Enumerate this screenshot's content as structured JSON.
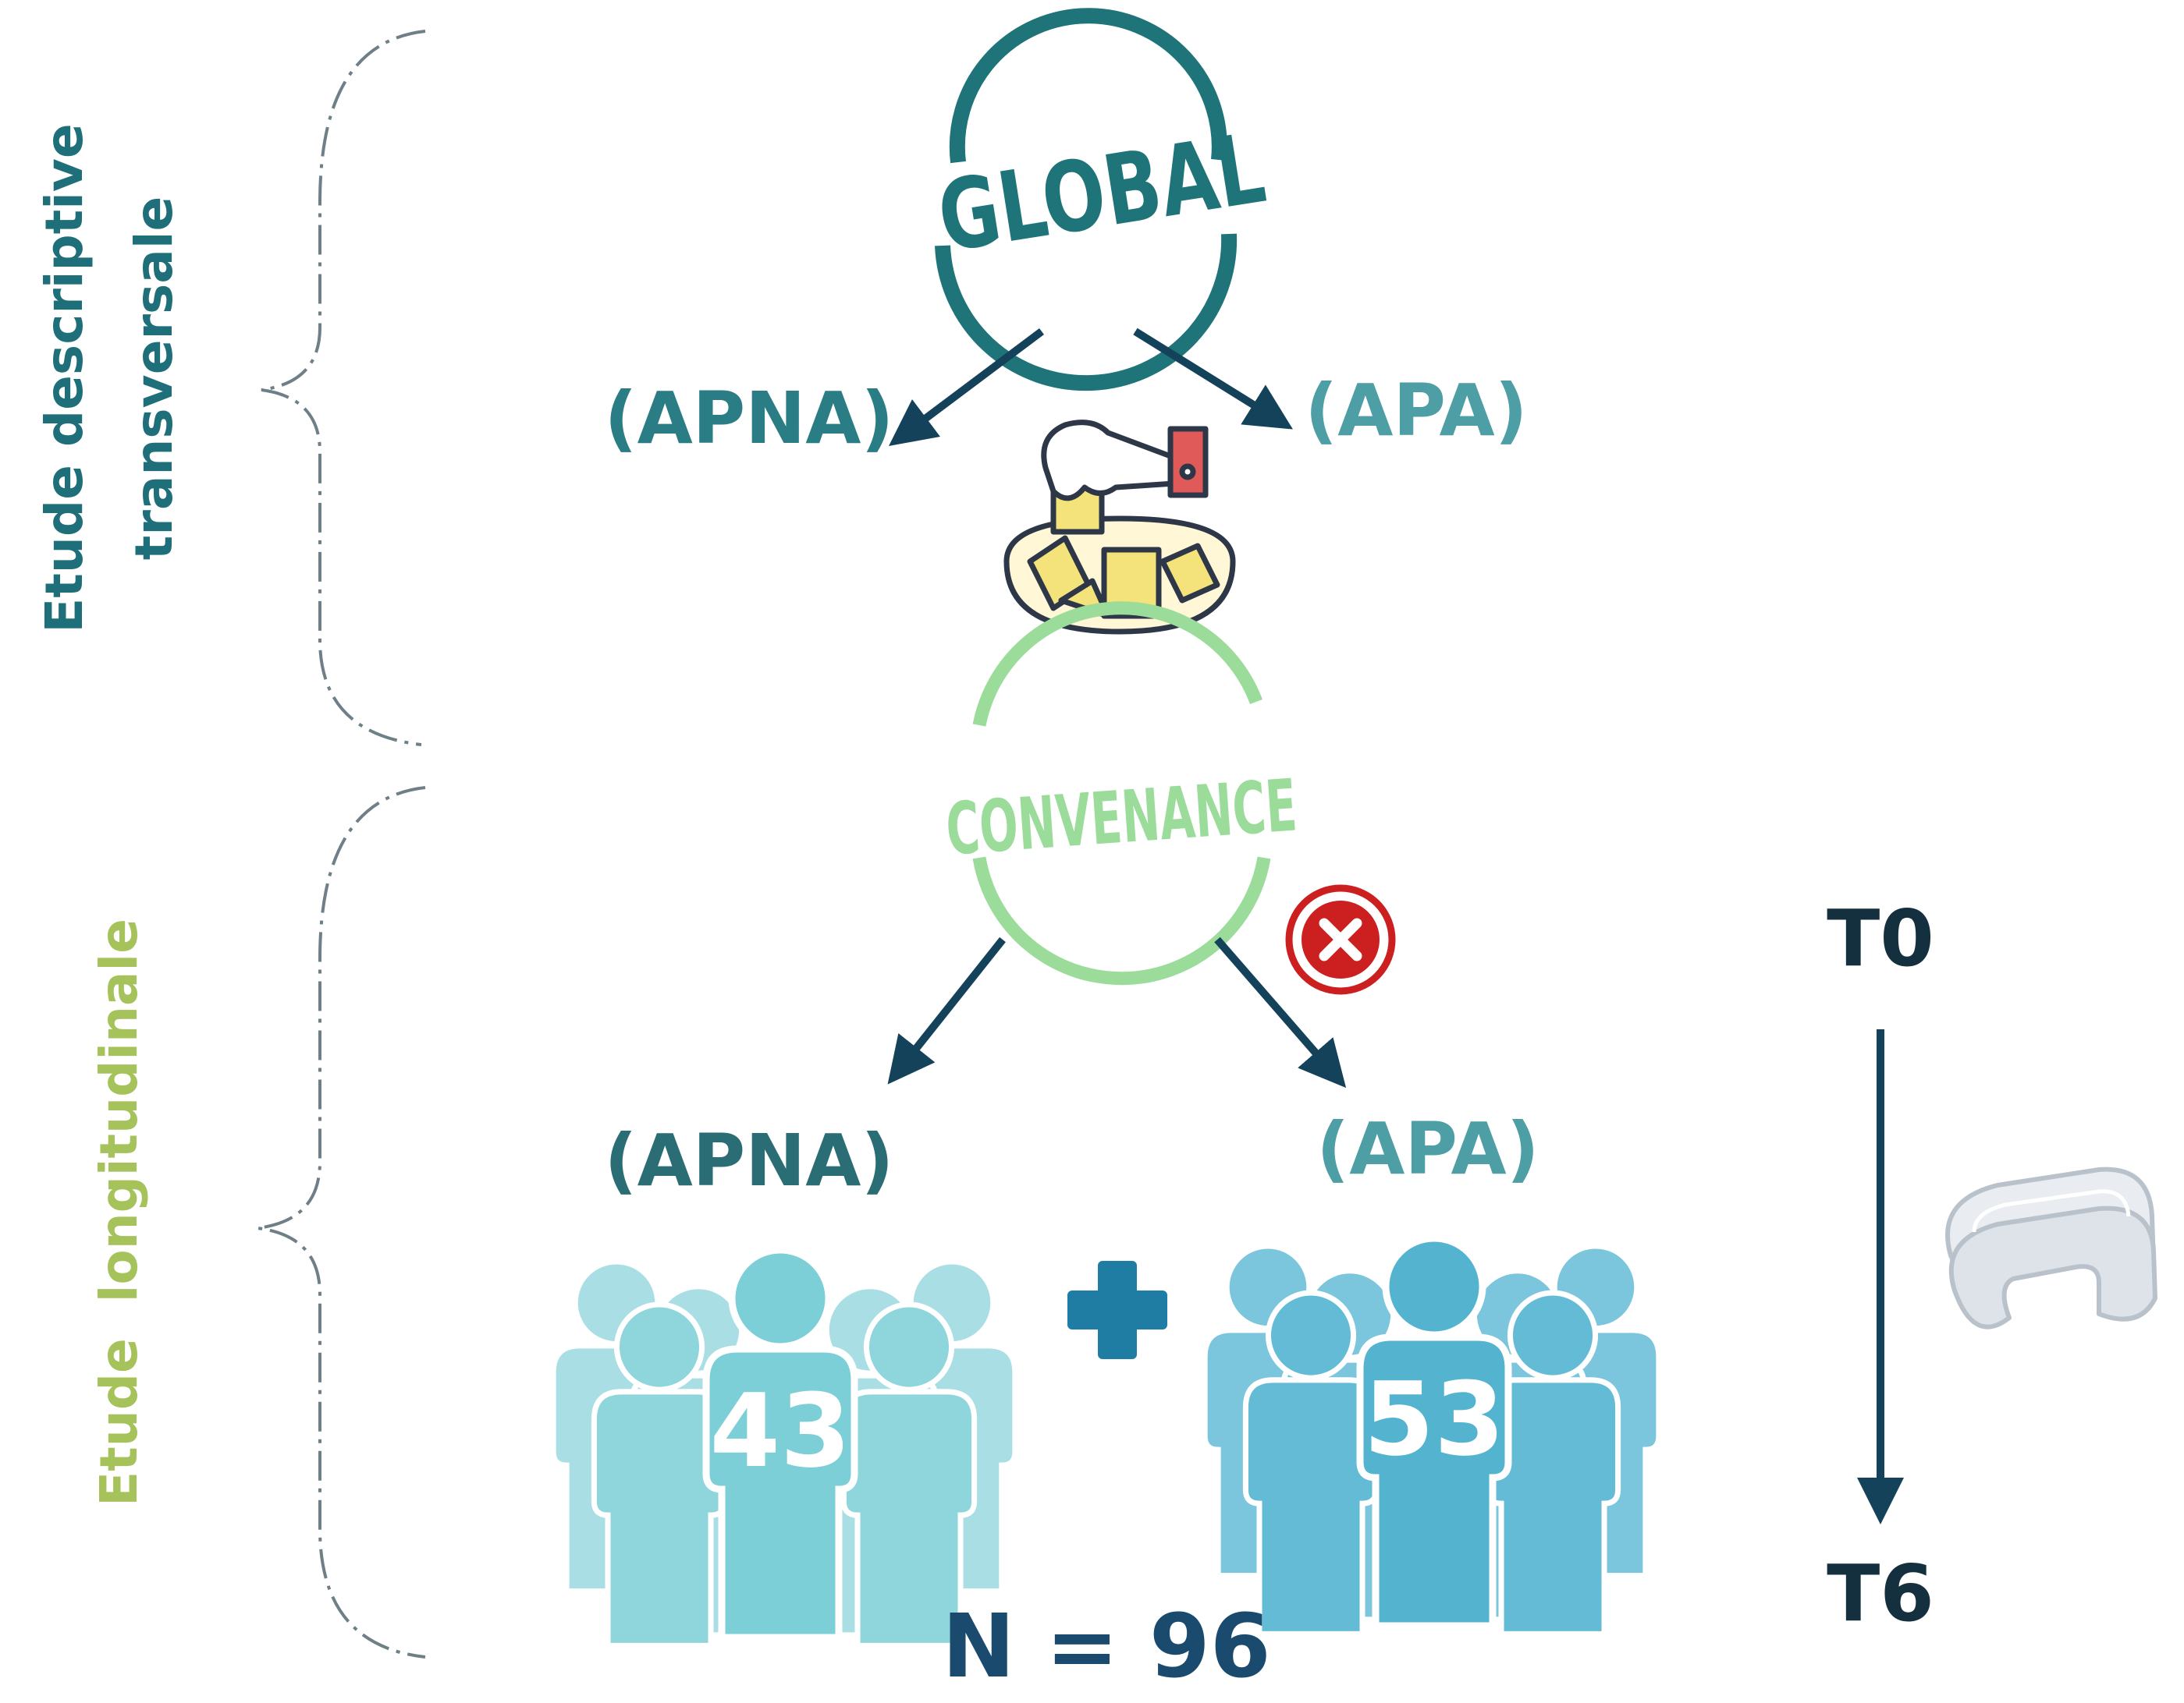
{
  "side_labels": {
    "cross_sectional_line1": "Etude descriptive",
    "cross_sectional_line2": "transversale",
    "longitudinal": "Etude  longitudinale"
  },
  "global_stamp": "GLOBAL",
  "convenance_stamp": "CONVENANCE",
  "top_groups": {
    "left": "(APNA)",
    "right": "(APA)"
  },
  "bottom_groups": {
    "left": {
      "label": "(APNA)",
      "count": "43"
    },
    "right": {
      "label": "(APA)",
      "count": "53"
    }
  },
  "total": "N = 96",
  "timeline": {
    "start": "T0",
    "end": "T6"
  },
  "icons": [
    "lottery-draw-icon",
    "excluded-x-icon",
    "people-group-icon",
    "plus-icon",
    "mouthguard-icon"
  ],
  "colors": {
    "dark_teal": "#1e7478",
    "navy": "#14425a",
    "light_green": "#9bdc9a",
    "lime_text": "#a6c25a",
    "people_left": "#7ccfd6",
    "people_right": "#54b3cf",
    "plus": "#1f7da3",
    "reject_red": "#cc1f1f",
    "apa_teal": "#4d9ea5"
  }
}
